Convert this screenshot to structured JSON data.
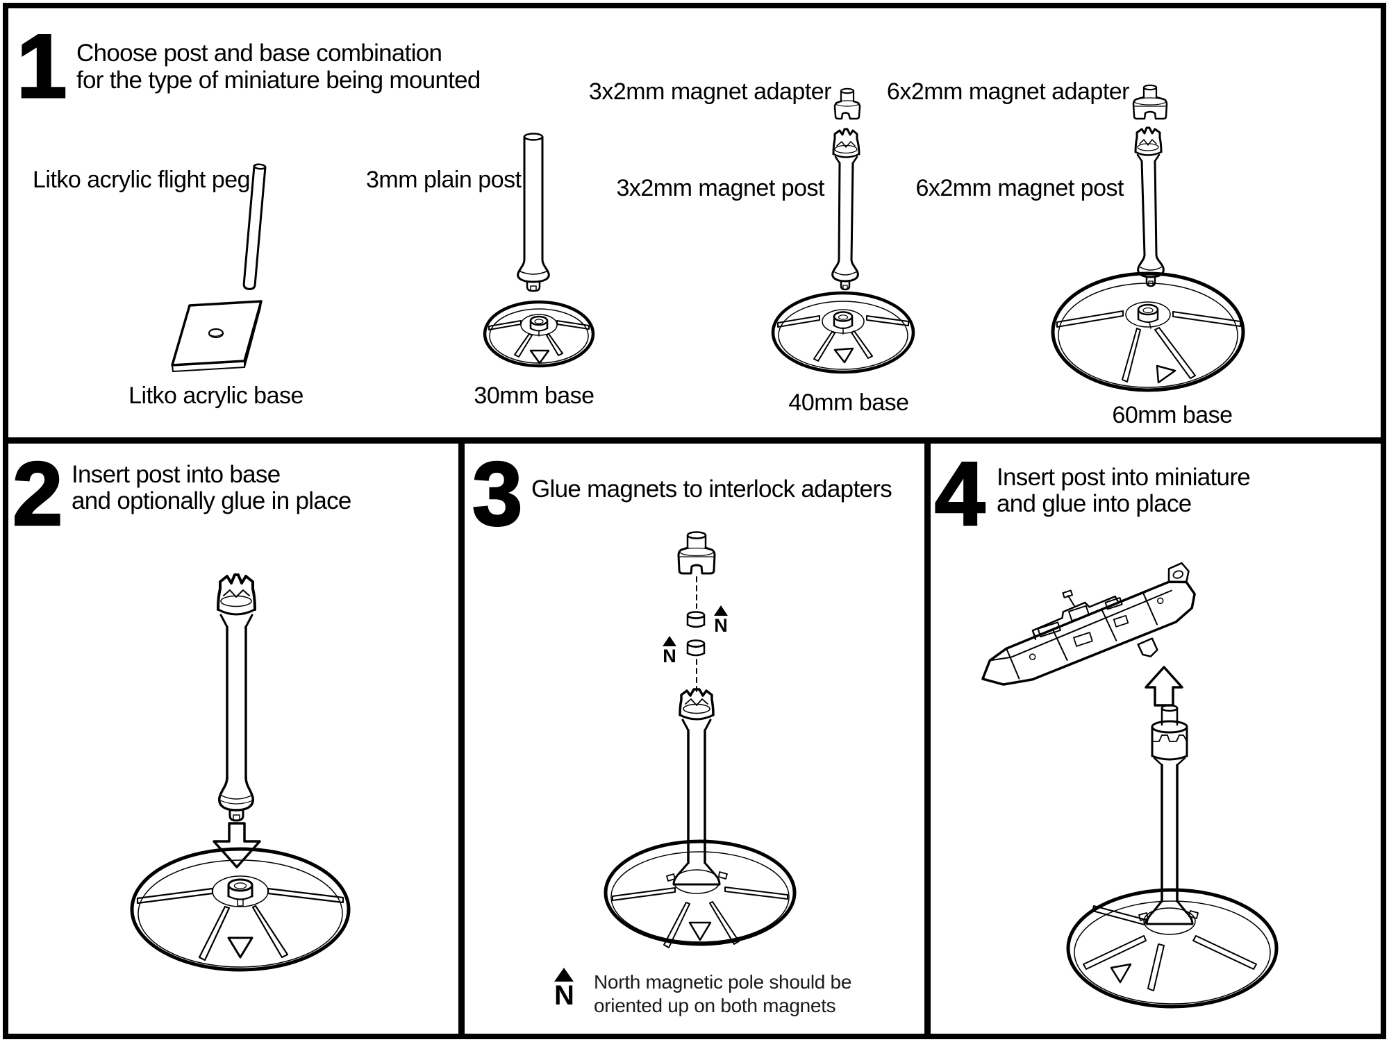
{
  "colors": {
    "ink": "#000000",
    "paper": "#ffffff"
  },
  "step1": {
    "number": "1",
    "title_line1": "Choose post and base combination",
    "title_line2": "for the type of miniature being mounted",
    "labels": {
      "flight_peg": "Litko acrylic flight peg",
      "plain_post": "3mm plain post",
      "magnet_adapter_3": "3x2mm magnet adapter",
      "magnet_post_3": "3x2mm magnet post",
      "magnet_adapter_6": "6x2mm magnet adapter",
      "magnet_post_6": "6x2mm magnet post",
      "acrylic_base": "Litko acrylic base",
      "base_30": "30mm base",
      "base_40": "40mm base",
      "base_60": "60mm base"
    }
  },
  "step2": {
    "number": "2",
    "title_line1": "Insert post into base",
    "title_line2": "and optionally glue in place"
  },
  "step3": {
    "number": "3",
    "title_line1": "Glue magnets to interlock adapters",
    "magnet_upper_label": "N",
    "magnet_lower_label": "N",
    "note": {
      "icon_letter": "N",
      "line1": "North magnetic pole should be",
      "line2": "oriented up on both magnets"
    }
  },
  "step4": {
    "number": "4",
    "title_line1": "Insert post into miniature",
    "title_line2": "and glue into place"
  }
}
